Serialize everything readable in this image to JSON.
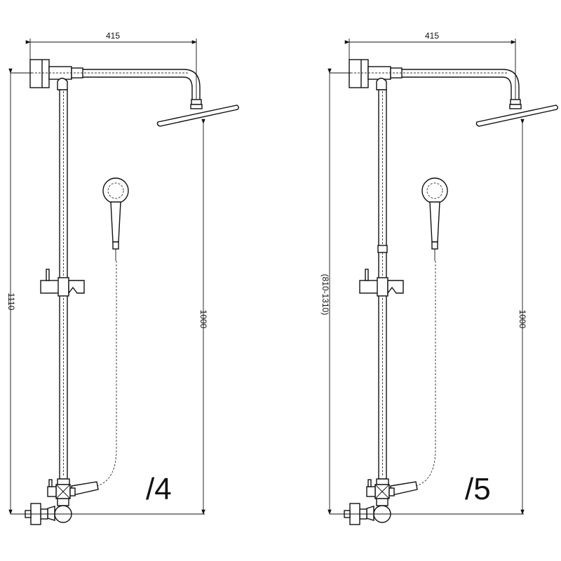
{
  "drawings": [
    {
      "label": "/4",
      "width_dim": "415",
      "total_height_dim": "1110",
      "head_height_dim": "1000"
    },
    {
      "label": "/5",
      "width_dim": "415",
      "total_height_dim": "(810-1310)",
      "head_height_dim": "1000"
    }
  ]
}
